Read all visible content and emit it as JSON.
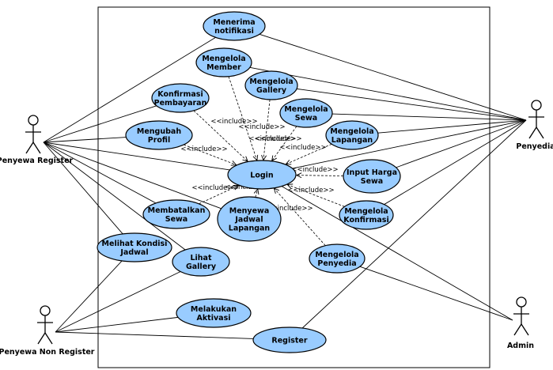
{
  "actors": [
    {
      "id": "penyewa_register",
      "label": "Penyewa Register"
    },
    {
      "id": "penyewa_non_register",
      "label": "Penyewa Non Register"
    },
    {
      "id": "penyedia",
      "label": "Penyedia"
    },
    {
      "id": "admin",
      "label": "Admin"
    }
  ],
  "use_cases": [
    {
      "id": "menerima_notifikasi",
      "lines": [
        "Menerima",
        "notifikasi"
      ]
    },
    {
      "id": "mengelola_member",
      "lines": [
        "Mengelola",
        "Member"
      ]
    },
    {
      "id": "mengelola_gallery",
      "lines": [
        "Mengelola",
        "Gallery"
      ]
    },
    {
      "id": "konfirmasi_pembayaran",
      "lines": [
        "Konfirmasi",
        "Pembayaran"
      ]
    },
    {
      "id": "mengelola_sewa",
      "lines": [
        "Mengelola",
        "Sewa"
      ]
    },
    {
      "id": "mengubah_profil",
      "lines": [
        "Mengubah",
        "Profil"
      ]
    },
    {
      "id": "mengelola_lapangan",
      "lines": [
        "Mengelola",
        "Lapangan"
      ]
    },
    {
      "id": "login",
      "lines": [
        "Login"
      ]
    },
    {
      "id": "input_harga_sewa",
      "lines": [
        "Input Harga",
        "Sewa"
      ]
    },
    {
      "id": "membatalkan_sewa",
      "lines": [
        "Membatalkan",
        "Sewa"
      ]
    },
    {
      "id": "menyewa_jadwal_lapangan",
      "lines": [
        "Menyewa",
        "Jadwal",
        "Lapangan"
      ]
    },
    {
      "id": "mengelola_konfirmasi",
      "lines": [
        "Mengelola",
        "Konfirmasi"
      ]
    },
    {
      "id": "melihat_kondisi_jadwal",
      "lines": [
        "Melihat Kondisi",
        "Jadwal"
      ]
    },
    {
      "id": "lihat_gallery",
      "lines": [
        "Lihat",
        "Gallery"
      ]
    },
    {
      "id": "mengelola_penyedia",
      "lines": [
        "Mengelola",
        "Penyedia"
      ]
    },
    {
      "id": "melakukan_aktivasi",
      "lines": [
        "Melakukan",
        "Aktivasi"
      ]
    },
    {
      "id": "register",
      "lines": [
        "Register"
      ]
    }
  ],
  "associations": [
    [
      "penyewa_register",
      "menerima_notifikasi"
    ],
    [
      "penyewa_register",
      "konfirmasi_pembayaran"
    ],
    [
      "penyewa_register",
      "mengubah_profil"
    ],
    [
      "penyewa_register",
      "login"
    ],
    [
      "penyewa_register",
      "membatalkan_sewa"
    ],
    [
      "penyewa_register",
      "menyewa_jadwal_lapangan"
    ],
    [
      "penyewa_register",
      "melihat_kondisi_jadwal"
    ],
    [
      "penyewa_register",
      "lihat_gallery"
    ],
    [
      "penyewa_non_register",
      "melihat_kondisi_jadwal"
    ],
    [
      "penyewa_non_register",
      "lihat_gallery"
    ],
    [
      "penyewa_non_register",
      "melakukan_aktivasi"
    ],
    [
      "penyewa_non_register",
      "register"
    ],
    [
      "penyedia",
      "menerima_notifikasi"
    ],
    [
      "penyedia",
      "mengelola_member"
    ],
    [
      "penyedia",
      "mengelola_gallery"
    ],
    [
      "penyedia",
      "mengelola_sewa"
    ],
    [
      "penyedia",
      "mengelola_lapangan"
    ],
    [
      "penyedia",
      "login"
    ],
    [
      "penyedia",
      "input_harga_sewa"
    ],
    [
      "penyedia",
      "mengelola_konfirmasi"
    ],
    [
      "penyedia",
      "register"
    ],
    [
      "admin",
      "login"
    ],
    [
      "admin",
      "mengelola_penyedia"
    ]
  ],
  "include_label": "<<include>>",
  "includes": [
    "konfirmasi_pembayaran",
    "mengubah_profil",
    "mengelola_member",
    "mengelola_gallery",
    "mengelola_sewa",
    "mengelola_lapangan",
    "input_harga_sewa",
    "mengelola_konfirmasi",
    "mengelola_penyedia",
    "membatalkan_sewa",
    "menyewa_jadwal_lapangan"
  ]
}
